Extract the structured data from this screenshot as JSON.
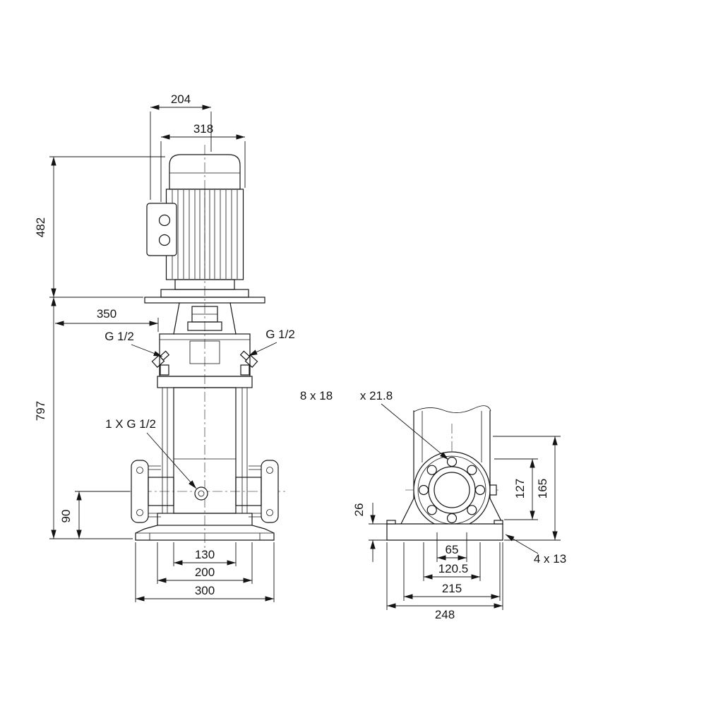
{
  "front_view": {
    "dims": {
      "top_width_1": "204",
      "top_width_2": "318",
      "motor_height": "482",
      "mid_height": "350",
      "total_height": "797",
      "port_height": "90",
      "bottom_1": "130",
      "bottom_2": "200",
      "bottom_3": "300"
    },
    "labels": {
      "port_left": "G 1/2",
      "port_right": "G 1/2",
      "drain": "1 X G 1/2"
    }
  },
  "side_view": {
    "dims": {
      "base_height": "26",
      "height_1": "127",
      "height_2": "165",
      "bottom_1": "65",
      "bottom_2": "120.5",
      "bottom_3": "215",
      "bottom_4": "248"
    },
    "labels": {
      "flange_holes": "8 x 18",
      "flange_holes_depth": "x 21.8",
      "base_holes": "4 x 13"
    }
  }
}
